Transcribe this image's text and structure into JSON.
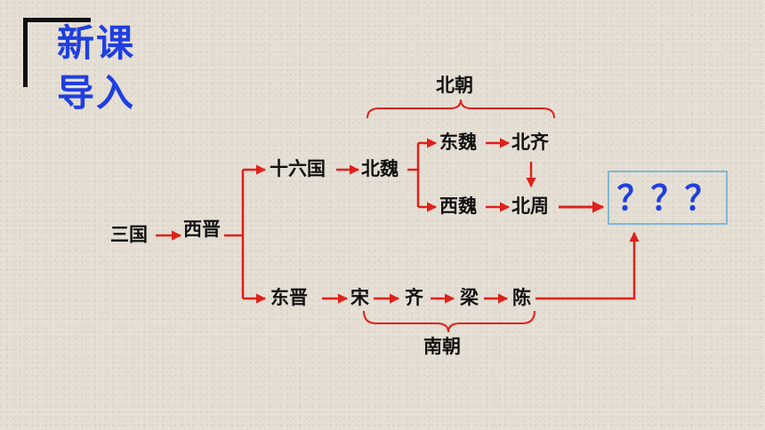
{
  "title": {
    "line1": "新课",
    "line2": "导入"
  },
  "nodes": {
    "sanguo": "三国",
    "xijin": "西晋",
    "shiliuguo": "十六国",
    "beiwei": "北魏",
    "dongwei": "东魏",
    "beiqi": "北齐",
    "xiwei": "西魏",
    "beizhou": "北周",
    "dongjin": "东晋",
    "song": "宋",
    "qi": "齐",
    "liang": "梁",
    "chen": "陈"
  },
  "groups": {
    "northern": "北朝",
    "southern": "南朝"
  },
  "unknown": "？？？",
  "colors": {
    "title": "#1f3fe0",
    "arrow": "#e0201a",
    "box_border": "#7fb8d4",
    "text": "#111111"
  }
}
